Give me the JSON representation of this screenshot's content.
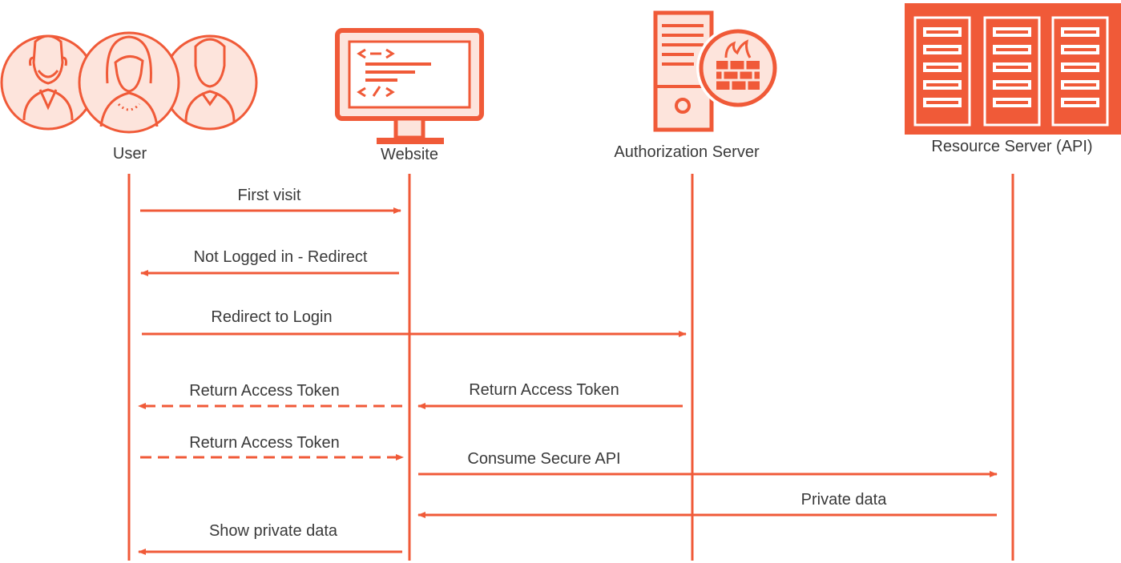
{
  "colors": {
    "accent": "#F05A38",
    "text": "#3a3a3a",
    "background": "#FFFFFF"
  },
  "actors": [
    {
      "id": "user",
      "label": "User",
      "icon": "users-group-icon"
    },
    {
      "id": "website",
      "label": "Website",
      "icon": "monitor-code-icon"
    },
    {
      "id": "auth",
      "label": "Authorization Server",
      "icon": "server-firewall-icon"
    },
    {
      "id": "resource",
      "label": "Resource Server (API)",
      "icon": "server-rack-icon"
    }
  ],
  "messages": [
    {
      "label": "First visit",
      "from": "user",
      "to": "website",
      "style": "solid"
    },
    {
      "label": "Not Logged in - Redirect",
      "from": "website",
      "to": "user",
      "style": "solid"
    },
    {
      "label": "Redirect to Login",
      "from": "user",
      "to": "auth",
      "style": "solid"
    },
    {
      "label": "Return Access Token",
      "from": "website",
      "to": "user",
      "style": "dashed"
    },
    {
      "label": "Return Access Token",
      "from": "auth",
      "to": "website",
      "style": "solid"
    },
    {
      "label": "Return Access Token",
      "from": "user",
      "to": "website",
      "style": "dashed"
    },
    {
      "label": "Consume Secure API",
      "from": "website",
      "to": "resource",
      "style": "solid"
    },
    {
      "label": "Private data",
      "from": "resource",
      "to": "website",
      "style": "solid"
    },
    {
      "label": "Show private data",
      "from": "website",
      "to": "user",
      "style": "solid"
    }
  ]
}
